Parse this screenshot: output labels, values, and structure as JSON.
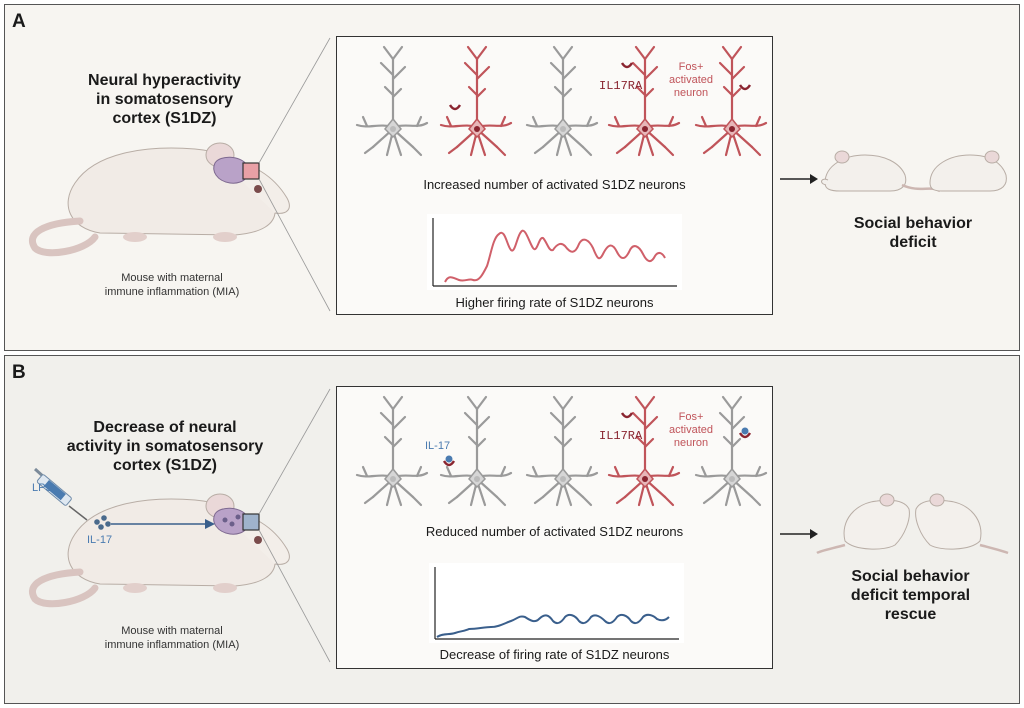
{
  "panel_a": {
    "letter": "A",
    "title_lines": [
      "Neural hyperactivity",
      "in somatosensory",
      "cortex (S1DZ)"
    ],
    "mouse_caption_lines": [
      "Mouse with maternal",
      "immune inflammation (MIA)"
    ],
    "neuron_labels": {
      "receptor": "IL17RA",
      "fos_lines": [
        "Fos+",
        "activated",
        "neuron"
      ]
    },
    "neuron_caption": "Increased number of activated S1DZ neurons",
    "chart_caption": "Higher firing rate of S1DZ neurons",
    "result_lines": [
      "Social behavior",
      "deficit"
    ]
  },
  "panel_b": {
    "letter": "B",
    "title_lines": [
      "Decrease of neural",
      "activity in somatosensory",
      "cortex (S1DZ)"
    ],
    "mouse_caption_lines": [
      "Mouse with maternal",
      "immune inflammation (MIA)"
    ],
    "injection_label": "LPS",
    "cytokine_label": "IL-17",
    "neuron_labels": {
      "cytokine": "IL-17",
      "receptor": "IL17RA",
      "fos_lines": [
        "Fos+",
        "activated",
        "neuron"
      ]
    },
    "neuron_caption": "Reduced number of activated S1DZ neurons",
    "chart_caption": "Decrease of firing rate of S1DZ neurons",
    "result_lines": [
      "Social behavior",
      "deficit temporal",
      "rescue"
    ]
  },
  "colors": {
    "active_neuron": "#c0545a",
    "inactive_neuron": "#9a9a9a",
    "receptor": "#8a2530",
    "trace_a": "#d0606a",
    "trace_b": "#3a5f8c",
    "injection": "#4a7bb0"
  }
}
